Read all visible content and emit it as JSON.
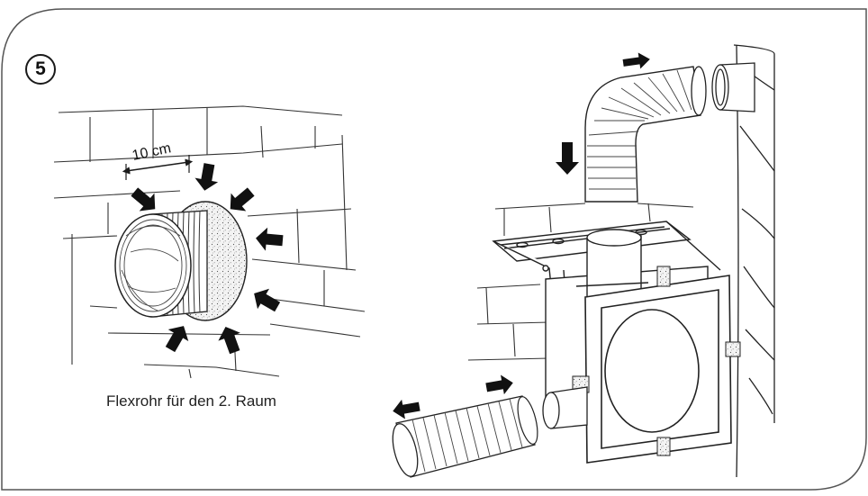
{
  "step": {
    "number": "5"
  },
  "left_figure": {
    "dimension_label": "10 cm",
    "caption": "Flexrohr für den 2. Raum"
  },
  "colors": {
    "line": "#1a1a1a",
    "frame": "#555555",
    "background": "#ffffff"
  },
  "icons": [
    "direction-arrow-icon"
  ]
}
